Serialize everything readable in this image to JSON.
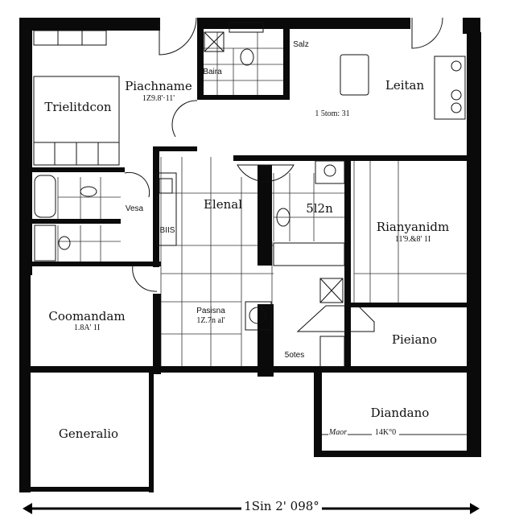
{
  "rooms": {
    "piachname": {
      "name": "Piachname",
      "dim": "1Z9.8'·11'"
    },
    "trielitdcon": {
      "name": "Trielitdcon"
    },
    "baira": {
      "name": "Baira"
    },
    "salz": {
      "name": "Salz"
    },
    "leitan": {
      "name": "Leitan",
      "dim": "1 5tom: 31"
    },
    "elenal": {
      "name": "Elenal"
    },
    "vesa": {
      "name": "Vesa"
    },
    "biis": {
      "name": "BIIS"
    },
    "s5l2n": {
      "name": "5l2n"
    },
    "rianyanidm": {
      "name": "Rianyanidm",
      "dim": "11'9.&8' 1I"
    },
    "coomandam": {
      "name": "Coomandam",
      "dim": "1.8A' 1I"
    },
    "pasisna": {
      "name": "Pasisna",
      "dim": "1Z.7n al'"
    },
    "sotes": {
      "name": "5otes"
    },
    "pieiano": {
      "name": "Pieiano"
    },
    "diandano": {
      "name": "Diandano",
      "left_note": "Maor",
      "dim": "14K°0"
    },
    "generalio": {
      "name": "Generalio"
    }
  },
  "overall_dimension": "1Sin 2' 098°"
}
